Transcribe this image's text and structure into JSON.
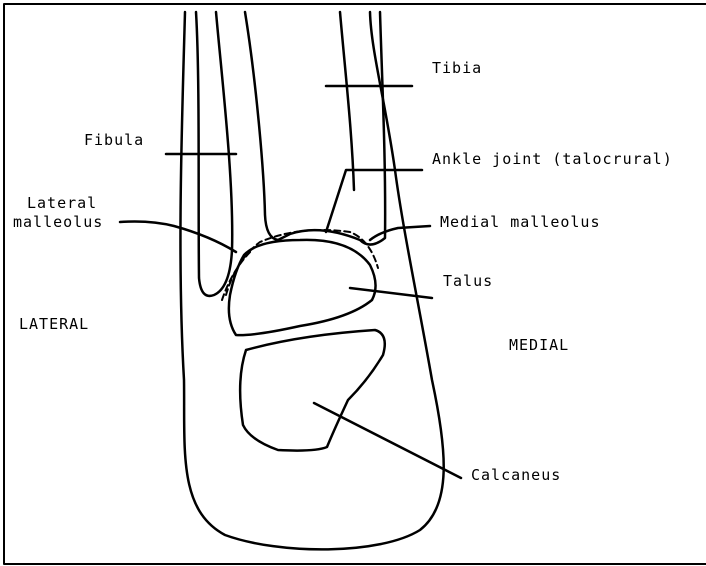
{
  "labels": {
    "tibia": "Tibia",
    "fibula": "Fibula",
    "ankle_joint": "Ankle joint (talocrural)",
    "lateral_malleolus_line1": "Lateral",
    "lateral_malleolus_line2": "malleolus",
    "medial_malleolus": "Medial malleolus",
    "talus": "Talus",
    "lateral": "LATERAL",
    "medial": "MEDIAL",
    "calcaneus": "Calcaneus"
  }
}
